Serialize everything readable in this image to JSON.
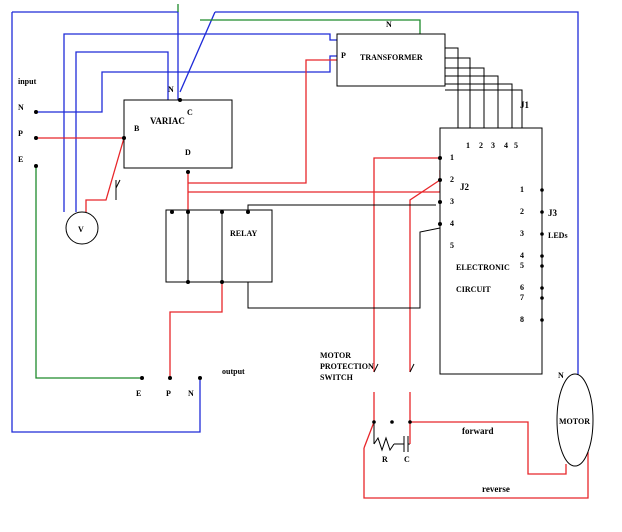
{
  "labels": {
    "input": "input",
    "in_n": "N",
    "in_p": "P",
    "in_e": "E",
    "variac": "VARIAC",
    "variac_n": "N",
    "variac_c": "C",
    "variac_b": "B",
    "variac_d": "D",
    "voltmeter": "V",
    "relay": "RELAY",
    "transformer": "TRANSFORMER",
    "transformer_p": "P",
    "transformer_n": "N",
    "j1": "J1",
    "j1_pins": [
      "1",
      "2",
      "3",
      "4",
      "5"
    ],
    "j2": "J2",
    "j2_pins": [
      "1",
      "2",
      "3",
      "4",
      "5"
    ],
    "j3": "J3",
    "leds": "LEDs",
    "j3_pins": [
      "1",
      "2",
      "3",
      "4",
      "5",
      "6",
      "7",
      "8"
    ],
    "electronic": "ELECTRONIC",
    "circuit": "CIRCUIT",
    "motor_protection_1": "MOTOR",
    "motor_protection_2": "PROTECTION",
    "motor_protection_3": "SWITCH",
    "output": "output",
    "out_e": "E",
    "out_p": "P",
    "out_n": "N",
    "resistor": "R",
    "capacitor": "C",
    "forward": "forward",
    "reverse": "reverse",
    "motor": "MOTOR",
    "motor_n": "N"
  },
  "colors": {
    "phase": "#e8262a",
    "neutral": "#1f2bd8",
    "earth": "#1d8a2b",
    "signal": "#000000"
  }
}
